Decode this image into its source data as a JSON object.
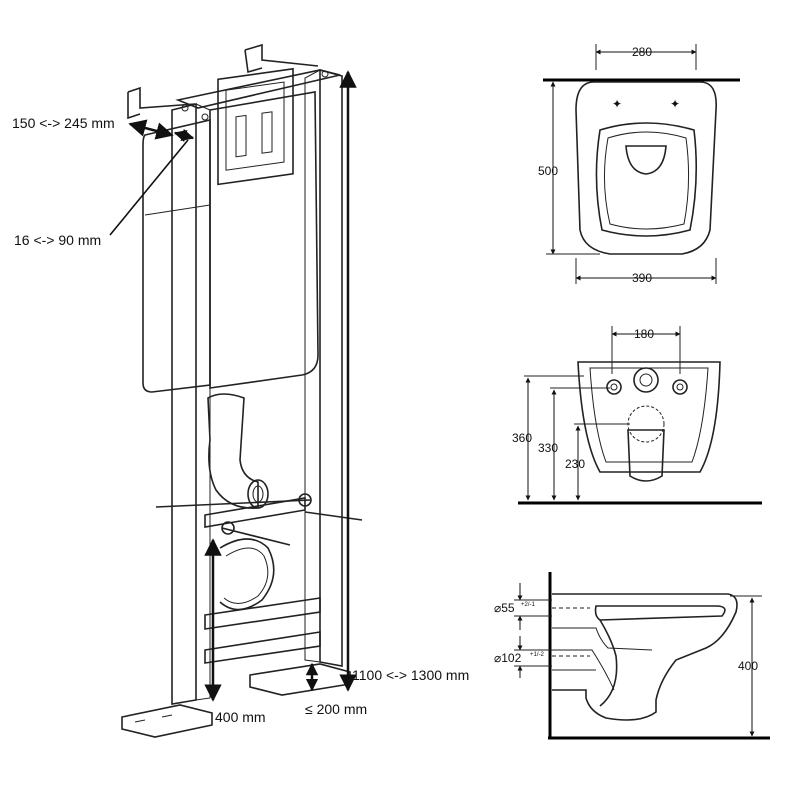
{
  "frame": {
    "labels": {
      "depth_adjust": "150 <-> 245 mm",
      "wall_offset": "16 <-> 90 mm",
      "height_adjust": "1100 <-> 1300 mm",
      "foot_height": "400 mm",
      "foot_depth": "≤ 200 mm"
    }
  },
  "top_view": {
    "labels": {
      "bolt_spacing": "280",
      "depth": "500",
      "width": "390"
    }
  },
  "rear_view": {
    "labels": {
      "center_spacing": "180",
      "total_height": "360",
      "mid_height": "330",
      "low_height": "230"
    }
  },
  "side_view": {
    "labels": {
      "inlet_pipe": "⌀55",
      "inlet_tol": "+2/-1",
      "outlet_pipe": "⌀102",
      "outlet_tol": "+1/-2",
      "height": "400"
    }
  },
  "colors": {
    "line": "#222222",
    "floor": "#000000",
    "background": "#ffffff"
  }
}
